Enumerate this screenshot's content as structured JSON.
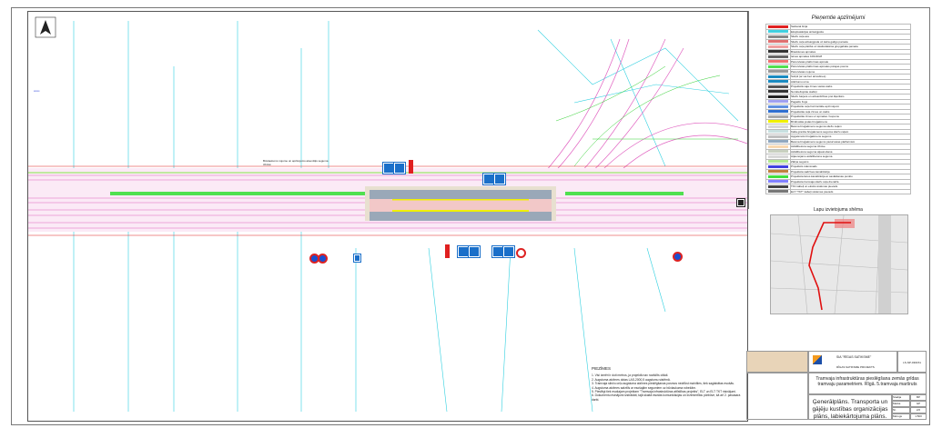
{
  "legend": {
    "title": "Pieņemtie apzīmējumi",
    "items": [
      {
        "label": "Sarkanā līnija",
        "color": "#e02020"
      },
      {
        "label": "Ekspluatācijas aizsargjosla",
        "color": "#40d0e0"
      },
      {
        "label": "Sliežu ceļa ass",
        "color": "#888888"
      },
      {
        "label": "Sliežu ceļa aizsargjosla uz katra galīgu pamata",
        "color": "#e07070"
      },
      {
        "label": "Sliežu ceļa platība uz skatlodatāma grupgabala pamata",
        "color": "#f0a0a0"
      },
      {
        "label": "Brauktuves apmales",
        "color": "#333333"
      },
      {
        "label": "Ietves apmales 100x30x8",
        "color": "#666666"
      },
      {
        "label": "Pieturvietas platformas apmale",
        "color": "#f07070"
      },
      {
        "label": "Pieturvietas platformas apmales pārejas posms",
        "color": "#50e050"
      },
      {
        "label": "Pieturvietas nojume",
        "color": "#999999"
      },
      {
        "label": "Soliņš (ar vai bez atzveltnes)",
        "color": "#1a8ac0"
      },
      {
        "label": "Atkritumu urna",
        "color": "#1a8ac0"
      },
      {
        "label": "Projektētā vaja zīmes vietās stabs",
        "color": "#555555"
      },
      {
        "label": "Norobežojošie stabiņi",
        "color": "#333333"
      },
      {
        "label": "Sliežu barjera un aizsardzības pret šķēršām",
        "color": "#222222"
      },
      {
        "label": "Pagaidu žogs",
        "color": "#a0a0f0"
      },
      {
        "label": "Projektētie ceļa horizontālie apzīmējumi",
        "color": "#6090e0"
      },
      {
        "label": "Projektētās ceļa zīmes un stabs",
        "color": "#3070d0"
      },
      {
        "label": "Projektētās zīmes uz apmales / kopumu",
        "color": "#aaaaaa"
      },
      {
        "label": "Brīdinošās joslas bruģakmens",
        "color": "#f0f000"
      },
      {
        "label": "Betona bruģakmens seguma sliežu ceļam",
        "color": "#d8d8d8"
      },
      {
        "label": "Kalta granīta bruģakmens seguma sliežu ceļam",
        "color": "#c8e0e0"
      },
      {
        "label": "Apgaismots bruģakmens segums",
        "color": "#c0c0c0"
      },
      {
        "label": "Betona bruģakmens segums pieturvietas platformām",
        "color": "#90a8c0"
      },
      {
        "label": "Asfaltbetona seguma izbūve",
        "color": "#f8d8b0"
      },
      {
        "label": "Asfaltbetona seguma atjaunošana",
        "color": "#c8d0c0"
      },
      {
        "label": "Atjaunojamo asfaltbetona seguma",
        "color": "#d8d8d8"
      },
      {
        "label": "Zāliņa segums",
        "color": "#b0e890"
      },
      {
        "label": "Projektēts ūdensvads",
        "color": "#4040e0"
      },
      {
        "label": "Projektēta sadzīves kanalizācija",
        "color": "#c08040"
      },
      {
        "label": "Projektēta lietus kanalizācija ar savākšanas punktu",
        "color": "#40e040"
      },
      {
        "label": "Projektēta tramvaja sliežu ceļa drenāža",
        "color": "#8080ff"
      },
      {
        "label": "TK1 kabeļi un ekstra sistēmas pievads",
        "color": "#444444"
      },
      {
        "label": "ELT \"TKT\" kabeļi sistēmas pievads",
        "color": "#777777"
      }
    ]
  },
  "map": {
    "title": "Lapu izvietojuma shēma",
    "route_color": "#e01010"
  },
  "drawing": {
    "annotation": "Būvlaukums nojume un aprīkojums atsevišķs seguma izbūvē",
    "colors": {
      "track": "#e060c0",
      "green": "#30d030",
      "cyan": "#30d0e0",
      "red": "#e02020",
      "platform": "#9aa8b8"
    }
  },
  "notes": {
    "heading": "PIEZĪMES",
    "items": [
      "1. Visi izmēri ir doti metros, ja projektā nav norādīts citādi.",
      "2. Augstuma atzīmes dotas LAS-2000,5 augstumu sistēmā.",
      "3. Tramvaja sliežu ceļu augstuma atzīmes pieslēgšanas posmos nedrīkst mainīties, tiek saglabātas esošās.",
      "4. Augstuma atzīmes sakritīs ar esošajām segumiem uz būvlaukuma robežām.",
      "5. Pieslēgt tiek esošajam projektam \"Tramvaja infrastruktūras attīstības projekts\", ELT un ELT TKT risinājumi.",
      "6. Dokumentu risinājumi izstrādāti, tajā skaitā esošās komunikācijas un inženiertīklu pārbūve, kā arī 2. pavasara darbi."
    ]
  },
  "title_block": {
    "company": "SIA \"RĪGAS SATIKSME\"",
    "company_sub": "RĪGAS SATIKSME PROJEKTS",
    "project_no": "LS-NP-030151",
    "object_title": "Tramvaja infrastruktūras pieslēgšana zemās grīdas tramvaju parametriem. Rīgā. 5.tramvaja maršruts",
    "sheet_title": "Ģenerālplāns. Transporta un gājēju kustības organizācijas plāns, labiekārtojuma plāns.",
    "stage_label": "Stadija",
    "stage": "BP",
    "sheet_label": "Marka",
    "sheet": "GP",
    "page_label": "Nr.",
    "page": "2/2",
    "scale_label": "Mērogs",
    "scale": "1:500"
  }
}
